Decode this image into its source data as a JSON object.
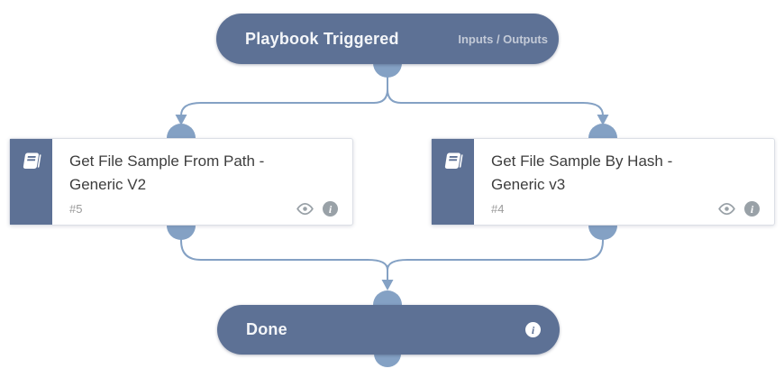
{
  "trigger": {
    "title": "Playbook Triggered",
    "io_label": "Inputs / Outputs"
  },
  "tasks": [
    {
      "title": "Get File Sample From Path - Generic V2",
      "id": "#5"
    },
    {
      "title": "Get File Sample By Hash - Generic v3",
      "id": "#4"
    }
  ],
  "done": {
    "title": "Done"
  },
  "icons": {
    "info_glyph": "i",
    "book": "book-icon",
    "eye": "eye-icon",
    "info": "info-icon"
  },
  "colors": {
    "node_blue": "#5d7195",
    "connector_blue": "#84a1c4",
    "card_border": "#dcdfe6",
    "title_text": "#3d3d3d",
    "muted_text": "#9b9b9b",
    "icon_gray": "#99a1a7",
    "io_label_text": "#c3cad7",
    "canvas_bg": "#ffffff"
  }
}
